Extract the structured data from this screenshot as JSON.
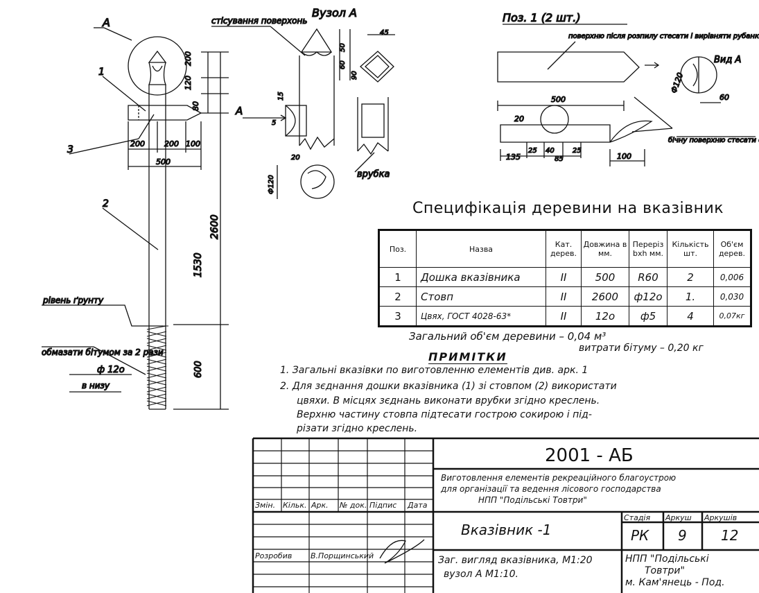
{
  "drawing": {
    "callout_a": "А",
    "callout_1": "1",
    "callout_2": "2",
    "callout_3": "3",
    "node_title": "Вузол А",
    "mating_surface": "стісування поверхонь",
    "cut_label": "врубка",
    "pos1_title": "Поз. 1 (2 шт.)",
    "pos1_note": "поверхню після розпилу стесати і вирівняти рубанком",
    "view_a": "Вид А",
    "side_surface": "бічну поверхню стесати сокирою",
    "ground_level": "рівень ґрунту",
    "bitumen_coat": "обмазати бітумом за 2 рази",
    "bottom_diameter": "ф 12о",
    "bottom_note": "в низу",
    "arrow_a": "А",
    "dims": {
      "d200a": "200",
      "d120": "120",
      "d80": "80",
      "d2600": "2600",
      "d1530": "1530",
      "d600": "600",
      "d200b": "200",
      "d200c": "200",
      "d100": "100",
      "d500": "500",
      "d45": "45",
      "d50": "50",
      "d60": "60",
      "d90": "90",
      "d15": "15",
      "d5": "5",
      "d20": "20",
      "dphi120": "Ф120",
      "p500": "500",
      "p60": "60",
      "pphi120": "Ф120",
      "p20": "20",
      "p135": "135",
      "p25a": "25",
      "p40": "40",
      "p25b": "25",
      "p85": "85",
      "p100": "100"
    }
  },
  "spec": {
    "title": "Специфікація деревини на вказівник",
    "headers": [
      "Поз.",
      "Назва",
      "Кат. дерев.",
      "Довжина в мм.",
      "Переріз bxh мм.",
      "Кількість шт.",
      "Об'єм дерев."
    ],
    "rows": [
      [
        "1",
        "Дошка вказівника",
        "II",
        "500",
        "R60",
        "2",
        "0,006"
      ],
      [
        "2",
        "Стовп",
        "II",
        "2600",
        "ф12о",
        "1.",
        "0,030"
      ],
      [
        "3",
        "Цвях, ГОСТ 4028-63*",
        "II",
        "12о",
        "ф5",
        "4",
        "0,07кг"
      ]
    ],
    "total_volume": "Загальний об'єм деревини – 0,04 м³",
    "bitumen_use": "витрати бітуму – 0,20 кг"
  },
  "notes": {
    "title": "ПРИМІТКИ",
    "line1": "1. Загальні вказівки по виготовленню елементів див. арк. 1",
    "line2": "2. Для зєднання дошки вказівника (1) зі стовпом (2) використати",
    "line3": "цвяхи. В місцях зєднань виконати врубки згідно креслень.",
    "line4": "Верхню частину стовпа підтесати гострою сокирою і під-",
    "line5": "різати згідно креслень."
  },
  "title_block": {
    "code": "2001 - АБ",
    "project1": "Виготовлення елементів рекреаційного благоустрою",
    "project2": "для організації та ведення лісового господарства",
    "project3": "НПП \"Подільські Товтри\"",
    "rev_headers": [
      "Змін.",
      "Кільк.",
      "Арк.",
      "№ док.",
      "Підпис",
      "Дата"
    ],
    "drawing_name": "Вказівник -1",
    "stage_label": "Стадія",
    "sheet_label": "Аркуш",
    "sheets_label": "Аркушів",
    "stage": "РК",
    "sheet": "9",
    "sheets": "12",
    "developed_label": "Розробив",
    "developer": "В.Порщинський",
    "content1": "Заг. вигляд вказівника, М1:20",
    "content2": "вузол А   М1:10.",
    "org1": "НПП \"Подільські",
    "org2": "Товтри\"",
    "org3": "м. Кам'янець - Под."
  }
}
